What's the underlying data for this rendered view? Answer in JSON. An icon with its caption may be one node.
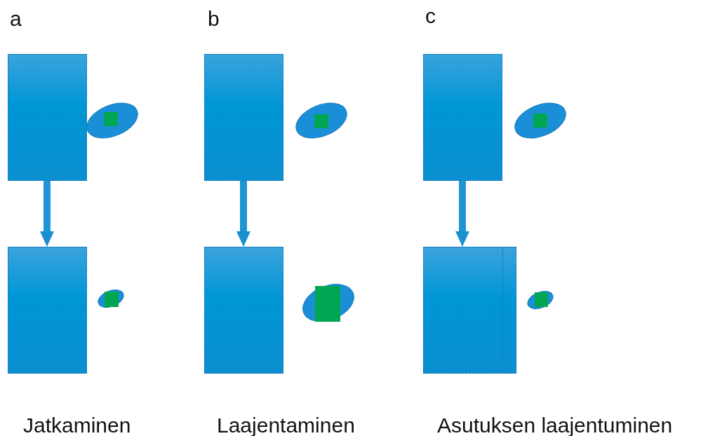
{
  "diagram": {
    "nodes": [
      {
        "text": [],
        "shape": "box"
      },
      {
        "text": [],
        "shape": "box"
      },
      {
        "text": [],
        "shape": "box"
      },
      {
        "text": [],
        "shape": "box"
      },
      {
        "text": [],
        "shape": "box"
      },
      {
        "text": [],
        "shape": "box"
      }
    ],
    "edges": [
      {
        "from": 0,
        "to": 3,
        "arrow": "to"
      },
      {
        "from": 1,
        "to": 4,
        "arrow": "to"
      },
      {
        "from": 2,
        "to": 5,
        "arrow": "to"
      }
    ],
    "labels": [
      "a",
      "b",
      "c",
      "Jatkaminen",
      "Laajentaminen",
      "Asutuksen laajentuminen"
    ]
  }
}
